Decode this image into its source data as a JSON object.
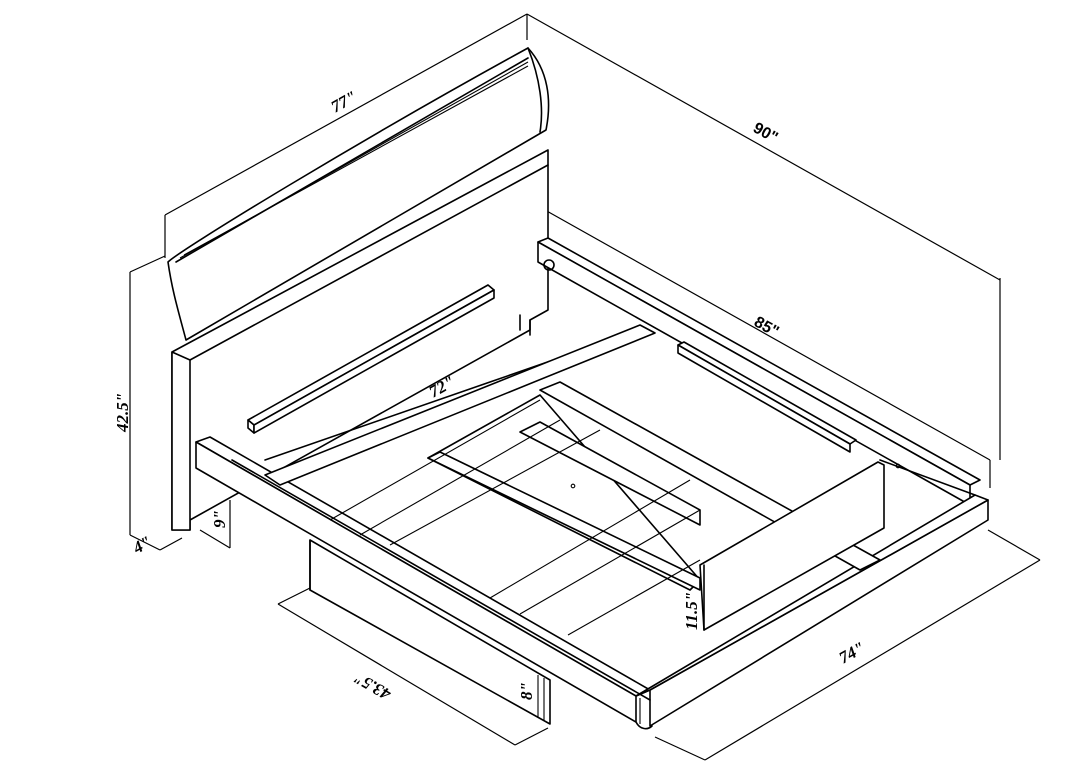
{
  "diagram": {
    "title": "Bed assembly dimension drawing",
    "subject": "Platform bed with headboard, side rails, slats and center support",
    "line_color": "#000000",
    "background": "#ffffff"
  },
  "dimensions": {
    "headboard_width": "77\"",
    "overall_length": "90\"",
    "headboard_height": "42.5\"",
    "headboard_depth": "4\"",
    "inner_rail_length": "72\"",
    "side_rail_length": "85\"",
    "leg_height": "9\"",
    "center_support_height": "11.5\"",
    "overall_width": "74\"",
    "base_depth": "43.5\"",
    "base_height": "8\""
  },
  "parts": [
    {
      "name": "headboard-top-panel"
    },
    {
      "name": "headboard-lower-panel"
    },
    {
      "name": "slat-support-rail-left"
    },
    {
      "name": "slat-support-rail-right"
    },
    {
      "name": "side-rail-with-bolt-hole"
    },
    {
      "name": "center-support-frame"
    },
    {
      "name": "bed-frame-outer"
    },
    {
      "name": "under-bed-base-box"
    }
  ]
}
